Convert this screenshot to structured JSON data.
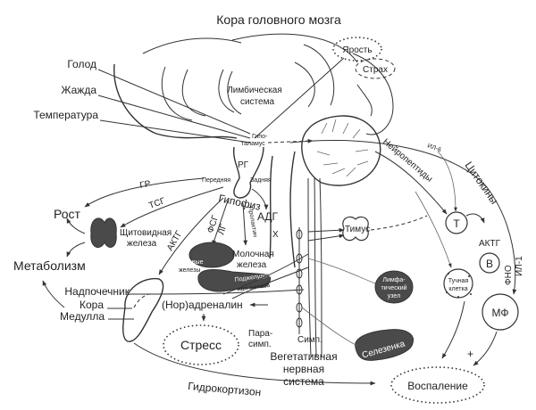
{
  "title": "Кора головного мозга",
  "inputs": {
    "hunger": "Голод",
    "thirst": "Жажда",
    "temperature": "Температура"
  },
  "limbic": {
    "line1": "Лимбическая",
    "line2": "система"
  },
  "emotions": {
    "rage": "Ярость",
    "fear": "Страх"
  },
  "hypothalamus": {
    "line1": "Гипо-",
    "line2": "таламус"
  },
  "releasing_hormones": "РГ",
  "pituitary": {
    "label": "Гипофиз",
    "anterior": "Передняя",
    "posterior": "Задняя"
  },
  "hormones": {
    "gh": "ГР",
    "tsh": "ТСГ",
    "acth": "АКТГ",
    "fsh": "ФСГ",
    "lh": "ЛГ",
    "prolactin": "Пролактин",
    "adh": "АДГ"
  },
  "targets": {
    "growth": "Рост",
    "metabolism": "Метаболизм",
    "thyroid_line1": "Щитовидная",
    "thyroid_line2": "железа",
    "gonads_line1": "Половые",
    "gonads_line2": "железы",
    "mammary_line1": "Молочная",
    "mammary_line2": "железа",
    "pancreas_line1": "Поджелудоч-",
    "pancreas_line2": "ная железа"
  },
  "adrenal": {
    "label": "Надпочечник",
    "cortex": "Кора",
    "medulla": "Медулла",
    "noradrenaline": "(Нор)адреналин",
    "hydrocortisone": "Гидрокортизон"
  },
  "stress": "Стресс",
  "autonomic": {
    "parasymp_line1": "Пара-",
    "parasymp_line2": "симп.",
    "symp": "Симп.",
    "line1": "Вегетативная",
    "line2": "нервная",
    "line3": "система",
    "cross_mark": "X"
  },
  "immune": {
    "thymus": "Тимус",
    "lymph_line1": "Лимфа-",
    "lymph_line2": "тический",
    "lymph_line3": "узел",
    "spleen": "Селезенка",
    "t_cell": "Т",
    "b_cell": "В",
    "mast_line1": "Тучная",
    "mast_line2": "клетка",
    "macrophage": "МФ",
    "acth": "АКТГ"
  },
  "signals": {
    "neuropeptides": "Нейропептиды",
    "cytokines": "Цитокины",
    "il6": "ИЛ-6",
    "tnf": "ФНО",
    "il1": "ИЛ-1",
    "plus": "+"
  },
  "inflammation": "Воспаление"
}
